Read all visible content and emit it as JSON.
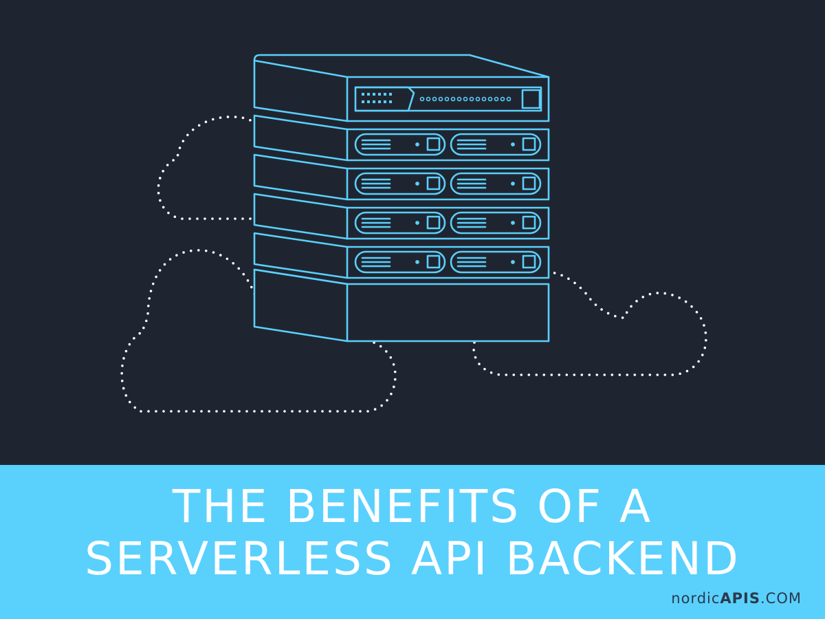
{
  "title": {
    "line1": "THE BENEFITS OF A",
    "line2": "SERVERLESS API BACKEND"
  },
  "brand": {
    "part1": "nordic",
    "part2": "APIS",
    "part3": ".COM"
  },
  "colors": {
    "background": "#1f2530",
    "banner": "#5ad0fd",
    "server_stroke": "#5ad0fd",
    "cloud_dots": "#ffffff",
    "title_text": "#ffffff",
    "brand_text": "#2a3a4c"
  },
  "icons": [
    "server-stack-icon",
    "cloud-icon"
  ]
}
